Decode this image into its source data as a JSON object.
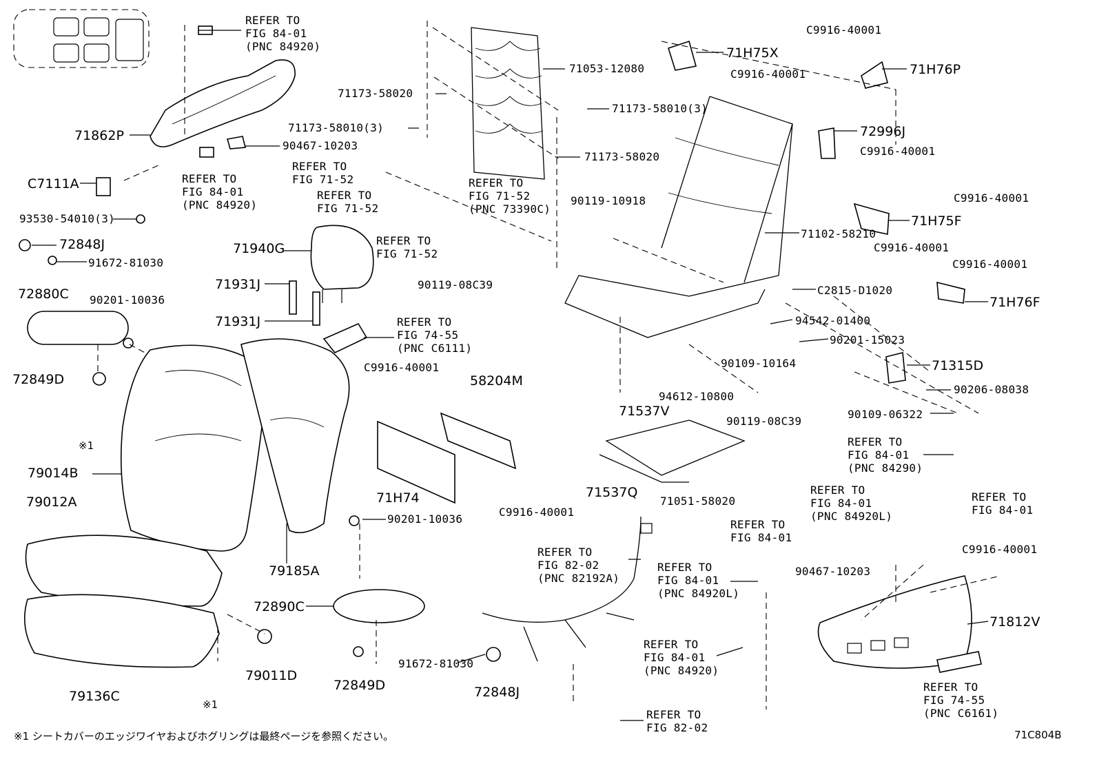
{
  "labels": {
    "refer_84_01_top": "REFER TO\nFIG 84-01\n(PNC 84920)",
    "p71862P": "71862P",
    "p90467_top": "90467-10203",
    "refer_84_01_mid": "REFER TO\nFIG 84-01\n(PNC 84920)",
    "pC7111A": "C7111A",
    "p93530": "93530-54010(3)",
    "p72848J_top": "72848J",
    "p91672_top": "91672-81030",
    "p72880C": "72880C",
    "p90201_10036_top": "90201-10036",
    "p72849D_left": "72849D",
    "star1_left": "※1",
    "p79014B": "79014B",
    "p79012A": "79012A",
    "p79136C": "79136C",
    "star1_bottom": "※1",
    "p79011D": "79011D",
    "p71053": "71053-12080",
    "p71173_58020_a": "71173-58020",
    "p71173_58010_a": "71173-58010(3)",
    "p71173_58010_b": "71173-58010(3)",
    "p71173_58020_b": "71173-58020",
    "refer_71_52_a": "REFER TO\nFIG 71-52",
    "refer_71_52_b": "REFER TO\nFIG 71-52",
    "refer_71_52_c": "REFER TO\nFIG 71-52\n(PNC 73390C)",
    "refer_71_52_d": "REFER TO\nFIG 71-52",
    "p71940G": "71940G",
    "p71931J_a": "71931J",
    "p71931J_b": "71931J",
    "refer_74_55": "REFER TO\nFIG 74-55\n(PNC C6111)",
    "pC9916_mid": "C9916-40001",
    "p58204M": "58204M",
    "p71H74": "71H74",
    "pC9916_mid2": "C9916-40001",
    "p90201_10036_mid": "90201-10036",
    "p79185A": "79185A",
    "p72890C": "72890C",
    "p72849D_bottom": "72849D",
    "p91672_bottom": "91672-81030",
    "p72848J_bottom": "72848J",
    "refer_82_02_a": "REFER TO\nFIG 82-02\n(PNC 82192A)",
    "refer_82_02_b": "REFER TO\nFIG 82-02",
    "p90119_10918": "90119-10918",
    "p90119_08C39_a": "90119-08C39",
    "p71537V": "71537V",
    "p94612": "94612-10800",
    "p90119_08C39_b": "90119-08C39",
    "p71537Q": "71537Q",
    "p71051": "71051-58020",
    "p71H75X": "71H75X",
    "pC9916_top": "C9916-40001",
    "pC9916_top_right": "C9916-40001",
    "p71H76P": "71H76P",
    "p72996J": "72996J",
    "pC9916_r1": "C9916-40001",
    "pC9916_r2": "C9916-40001",
    "p71H75F": "71H75F",
    "p71102": "71102-58210",
    "pC9916_r3": "C9916-40001",
    "pC9916_r4": "C9916-40001",
    "p71H76F": "71H76F",
    "pC2815": "C2815-D1020",
    "p94542": "94542-01400",
    "p90201_15023": "90201-15023",
    "p90109_10164": "90109-10164",
    "p71315D": "71315D",
    "p90206": "90206-08038",
    "p90109_06322": "90109-06322",
    "refer_84_01_r1": "REFER TO\nFIG 84-01\n(PNC 84290)",
    "refer_84_01_r2": "REFER TO\nFIG 84-01",
    "refer_84_01_r3": "REFER TO\nFIG 84-01\n(PNC 84920L)",
    "refer_84_01_r4": "REFER TO\nFIG 84-01",
    "refer_84_01_r5": "REFER TO\nFIG 84-01\n(PNC 84920L)",
    "p90467_bottom": "90467-10203",
    "pC9916_bottom": "C9916-40001",
    "p71812V": "71812V",
    "refer_84_01_r6": "REFER TO\nFIG 84-01\n(PNC 84920)",
    "refer_74_55_b": "REFER TO\nFIG 74-55\n(PNC C6161)"
  },
  "footnote": "※1  シートカバーのエッジワイヤおよびホグリングは最終ページを参照ください。",
  "figure_code": "71C804B"
}
